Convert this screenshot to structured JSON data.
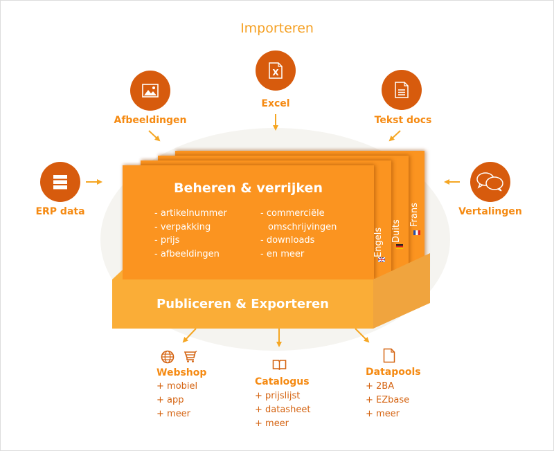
{
  "header": {
    "title": "Importeren"
  },
  "sources": [
    {
      "id": "erp",
      "label": "ERP data",
      "icon": "database-icon"
    },
    {
      "id": "afbeeldingen",
      "label": "Afbeeldingen",
      "icon": "image-icon"
    },
    {
      "id": "excel",
      "label": "Excel",
      "icon": "excel-file-icon"
    },
    {
      "id": "tekst",
      "label": "Tekst docs",
      "icon": "text-document-icon"
    },
    {
      "id": "vertalingen",
      "label": "Vertalingen",
      "icon": "chat-bubbles-icon"
    }
  ],
  "core": {
    "title": "Beheren & verrijken",
    "left_items": [
      "- artikelnummer",
      "- verpakking",
      "- prijs",
      "- afbeeldingen"
    ],
    "right_items": [
      "- commerciële",
      "omschrijvingen",
      "- downloads",
      "- en meer"
    ],
    "languages": [
      {
        "label": "Engels",
        "flag": "uk-flag-icon"
      },
      {
        "label": "Duits",
        "flag": "german-flag-icon"
      },
      {
        "label": "Frans",
        "flag": "french-flag-icon"
      }
    ]
  },
  "publish": {
    "label": "Publiceren & Exporteren"
  },
  "outputs": [
    {
      "title": "Webshop",
      "icons": [
        "globe-icon",
        "shopping-cart-icon"
      ],
      "items": [
        "+ mobiel",
        "+ app",
        "+ meer"
      ]
    },
    {
      "title": "Catalogus",
      "icons": [
        "book-icon"
      ],
      "items": [
        "+ prijslijst",
        "+ datasheet",
        "+ meer"
      ]
    },
    {
      "title": "Datapools",
      "icons": [
        "file-icon"
      ],
      "items": [
        "+ 2BA",
        "+ EZbase",
        "+ meer"
      ]
    }
  ],
  "colors": {
    "circle": "#d75b0d",
    "label": "#f58a12",
    "arrow": "#f5a623",
    "card": "#fb9420",
    "box_front": "#faad37",
    "box_side": "#f0a43e",
    "backdrop": "#f5f4f0"
  }
}
